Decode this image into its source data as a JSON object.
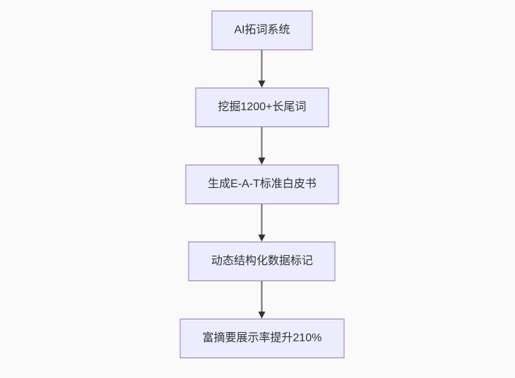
{
  "diagram": {
    "type": "flowchart",
    "direction": "top-down",
    "nodes": [
      {
        "label": "AI拓词系统"
      },
      {
        "label": "挖掘1200+长尾词"
      },
      {
        "label": "生成E-A-T标准白皮书"
      },
      {
        "label": "动态结构化数据标记"
      },
      {
        "label": "富摘要展示率提升210%"
      }
    ],
    "edges": [
      {
        "from": 0,
        "to": 1
      },
      {
        "from": 1,
        "to": 2
      },
      {
        "from": 2,
        "to": 3
      },
      {
        "from": 3,
        "to": 4
      }
    ],
    "colors": {
      "background": "#fafafa",
      "node_fill": "#ececff",
      "node_border": "#9370db",
      "node_text": "#333333",
      "edge_line": "#6e6e6e",
      "edge_arrowhead": "#333333"
    }
  }
}
